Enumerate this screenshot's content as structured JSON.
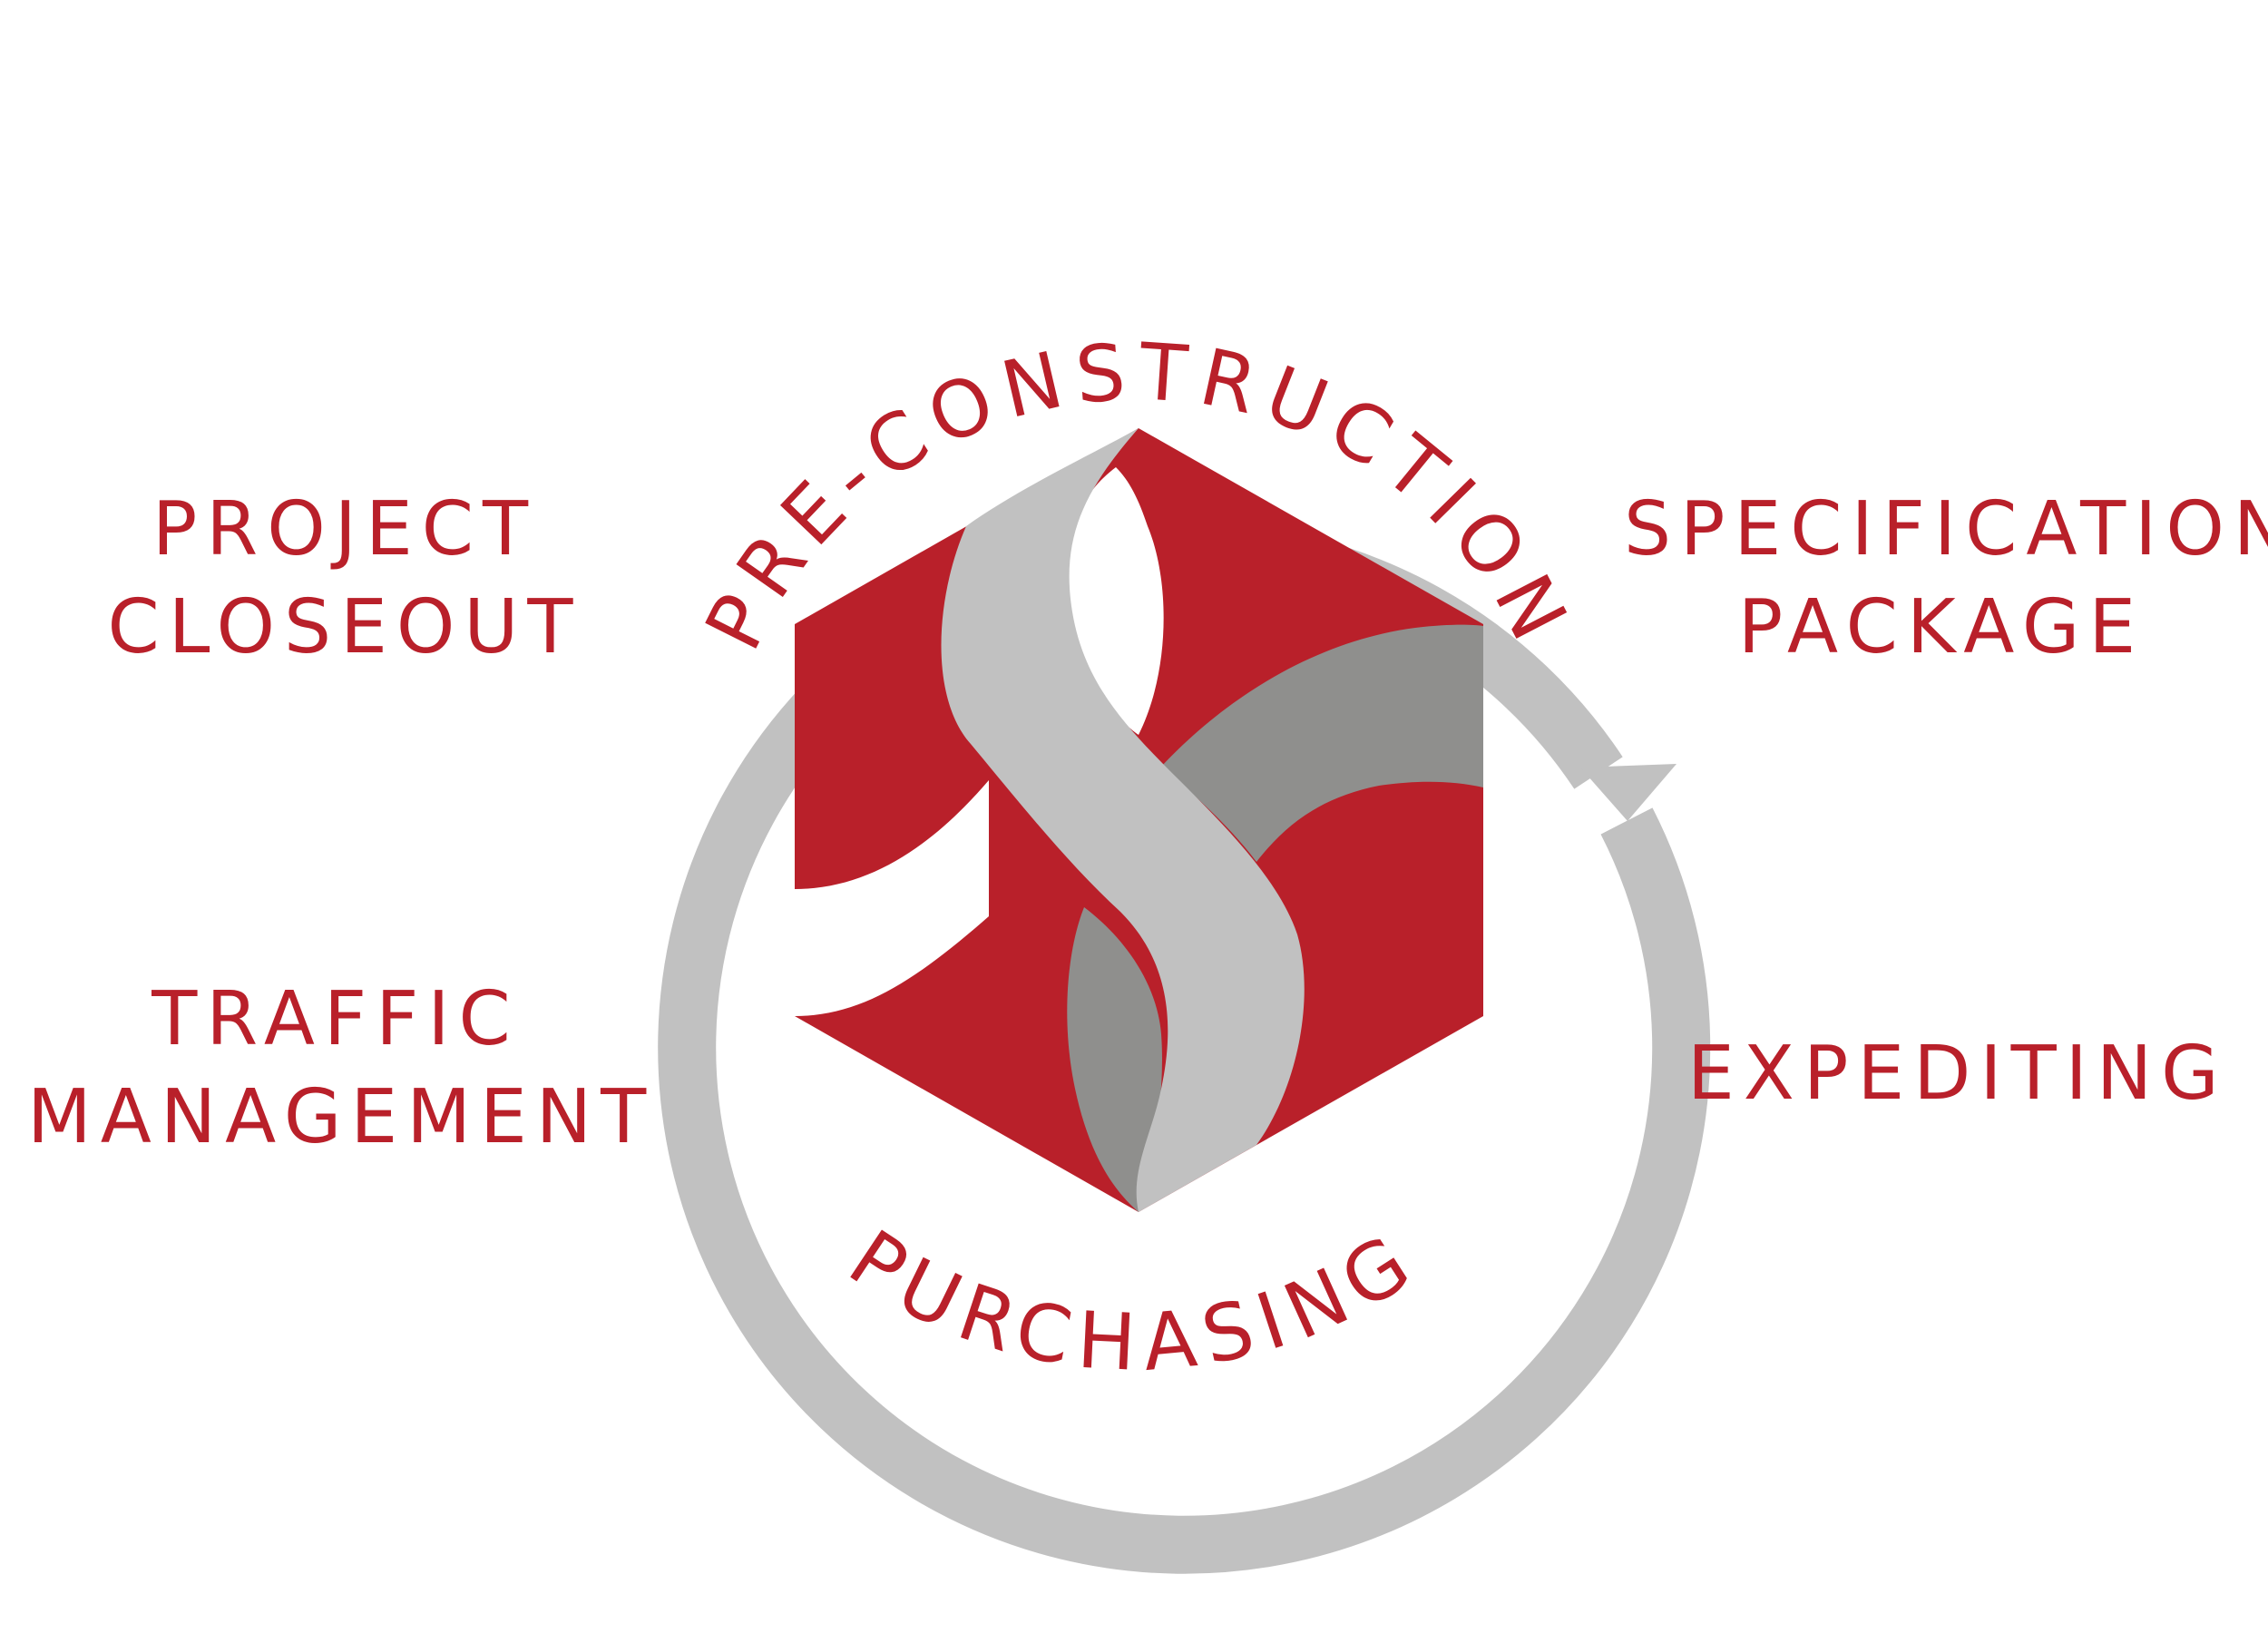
{
  "colors": {
    "accent_red": "#B9202A",
    "cycle_gray": "#C1C1C1",
    "dark_gray": "#8F8F8D"
  },
  "cycle": {
    "top_label": "PRE-CONSTRUCTION",
    "bottom_label": "PURCHASING",
    "left_top": {
      "line1": "PROJECT",
      "line2": "CLOSEOUT"
    },
    "right_top": {
      "line1": "SPECIFICATION",
      "line2": "PACKAGE"
    },
    "left_bottom": {
      "line1": "TRAFFIC",
      "line2": "MANAGEMENT"
    },
    "right_bottom": {
      "line1": "EXPEDITING"
    }
  },
  "logo": {
    "icon": "hexagon-s-logo"
  }
}
